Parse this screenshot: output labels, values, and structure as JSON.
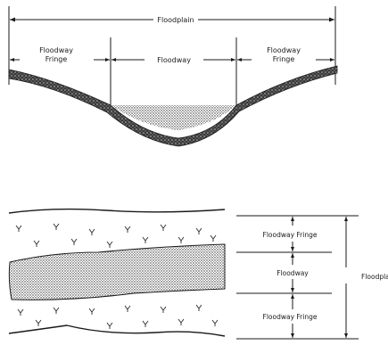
{
  "cross_section": {
    "floodplain_label": "Floodplain",
    "floodway_label": "Floodway",
    "fringe_left_line1": "Floodway",
    "fringe_left_line2": "Fringe",
    "fringe_right_line1": "Floodway",
    "fringe_right_line2": "Fringe"
  },
  "plan_view": {
    "fringe_top_label": "Floodway Fringe",
    "floodway_label": "Floodway",
    "fringe_bottom_label": "Floodway Fringe",
    "floodplain_label": "Floodplain"
  }
}
